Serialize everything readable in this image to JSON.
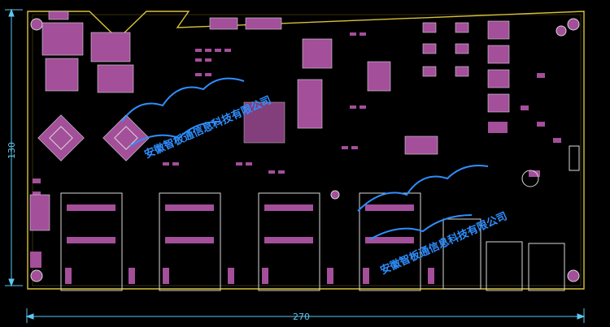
{
  "dimensions": {
    "width_label": "270",
    "height_label": "130"
  },
  "watermarks": [
    {
      "text": "安徽智板通信息科技有限公司"
    },
    {
      "text": "安徽智板通信息科技有限公司"
    }
  ],
  "colors": {
    "background": "#000000",
    "outline": "#d9c23a",
    "pad": "#a34f9a",
    "silk": "#d8d8d8",
    "dimension": "#5cc8f0",
    "trace": "#2f8fff"
  }
}
